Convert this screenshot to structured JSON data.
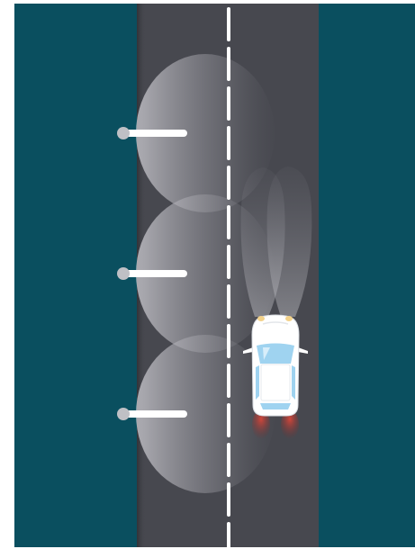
{
  "scene": {
    "description_free": true,
    "colors": {
      "page_background": "#ffffff",
      "roadside": "#0a4f5f",
      "road": "#47484f",
      "road_edge": "#3c3d43",
      "lane_marking": "#ffffff",
      "streetlight_pole": "#ffffff",
      "streetlight_head": "#bfc0c5",
      "light_pool": "#d8d8de",
      "car_body": "#ffffff",
      "car_glass": "#9fd3f0",
      "headlight": "#f3d28a",
      "taillight_glow": "#c0392b"
    },
    "icons": [
      "streetlight-icon",
      "car-icon",
      "headlight-beam",
      "taillight-glow",
      "lane-dash"
    ],
    "streetlight_count": 3,
    "car_count": 1
  }
}
